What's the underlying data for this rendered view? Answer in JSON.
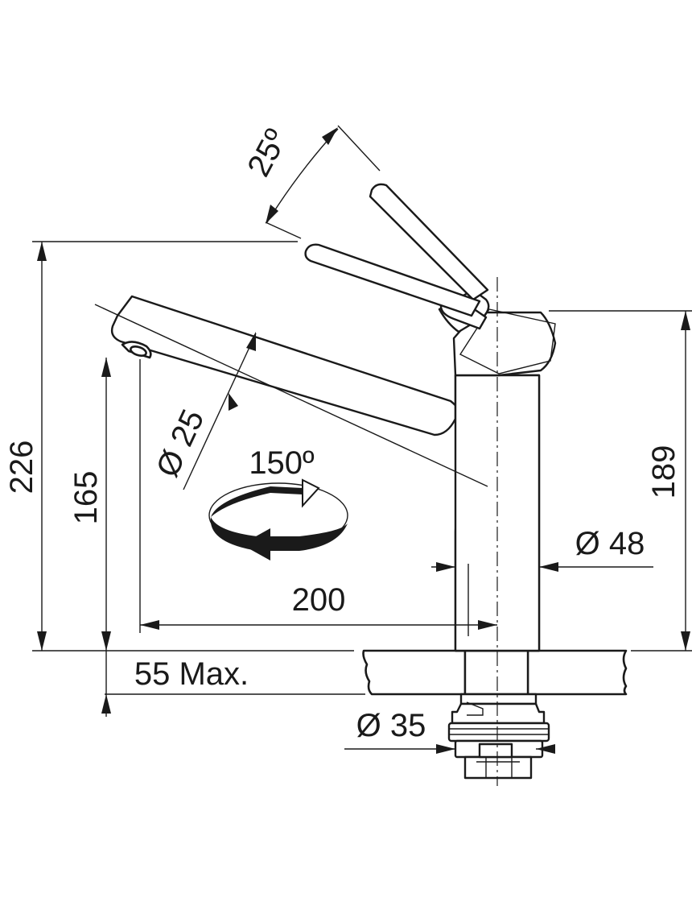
{
  "dimensions": {
    "total_height": "226",
    "spout_height": "165",
    "body_height": "189",
    "reach": "200",
    "spout_diameter": "Ø 25",
    "body_diameter": "Ø 48",
    "shank_diameter": "Ø 35",
    "lever_angle": "25º",
    "rotation_angle": "150º",
    "max_countertop": "55 Max."
  },
  "colors": {
    "line": "#1a1a1a",
    "background": "#ffffff"
  }
}
